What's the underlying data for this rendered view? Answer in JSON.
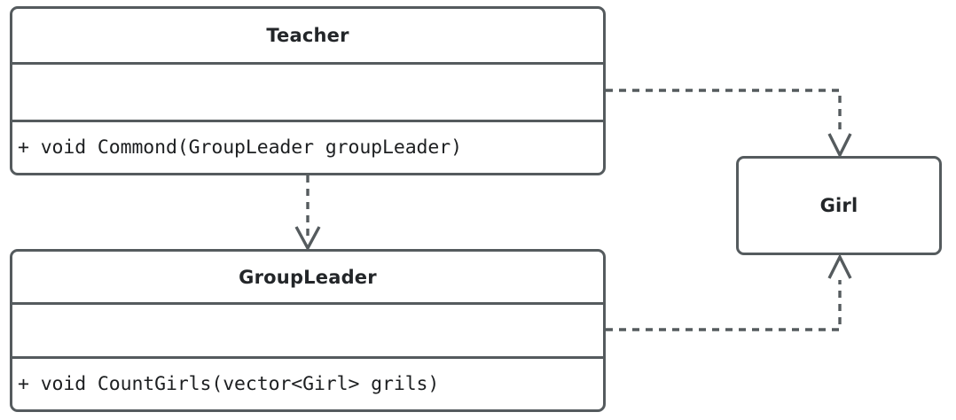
{
  "diagram": {
    "type": "uml-class-diagram",
    "stroke_color": "#555b5e",
    "text_color": "#232629",
    "background_color": "#ffffff"
  },
  "classes": {
    "teacher": {
      "name": "Teacher",
      "attributes": [],
      "methods": [
        "+ void Commond(GroupLeader groupLeader)"
      ]
    },
    "group_leader": {
      "name": "GroupLeader",
      "attributes": [],
      "methods": [
        "+ void CountGirls(vector<Girl> grils)"
      ]
    },
    "girl": {
      "name": "Girl",
      "attributes": [],
      "methods": []
    }
  },
  "relationships": [
    {
      "id": "teacher-to-groupleader",
      "from": "Teacher",
      "to": "GroupLeader",
      "kind": "dependency",
      "line_style": "dashed",
      "arrowhead": "open"
    },
    {
      "id": "teacher-to-girl",
      "from": "Teacher",
      "to": "Girl",
      "kind": "dependency",
      "line_style": "dashed",
      "arrowhead": "open"
    },
    {
      "id": "groupleader-to-girl",
      "from": "GroupLeader",
      "to": "Girl",
      "kind": "dependency",
      "line_style": "dashed",
      "arrowhead": "open"
    }
  ]
}
